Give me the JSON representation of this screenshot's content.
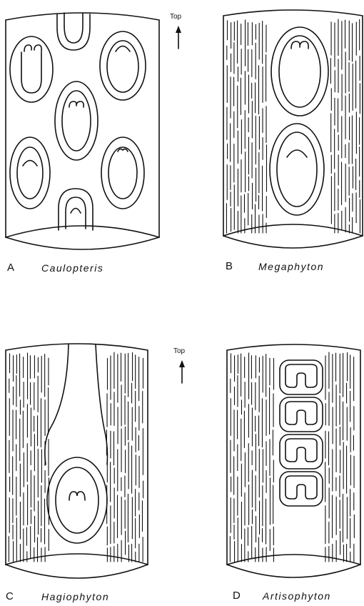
{
  "panels": [
    {
      "letter": "A",
      "name": "Caulopteris"
    },
    {
      "letter": "B",
      "name": "Megaphyton"
    },
    {
      "letter": "C",
      "name": "Hagiophyton"
    },
    {
      "letter": "D",
      "name": "Artisophyton"
    }
  ],
  "orientation_label": "Top",
  "colors": {
    "ink": "#111111",
    "paper": "#ffffff"
  }
}
